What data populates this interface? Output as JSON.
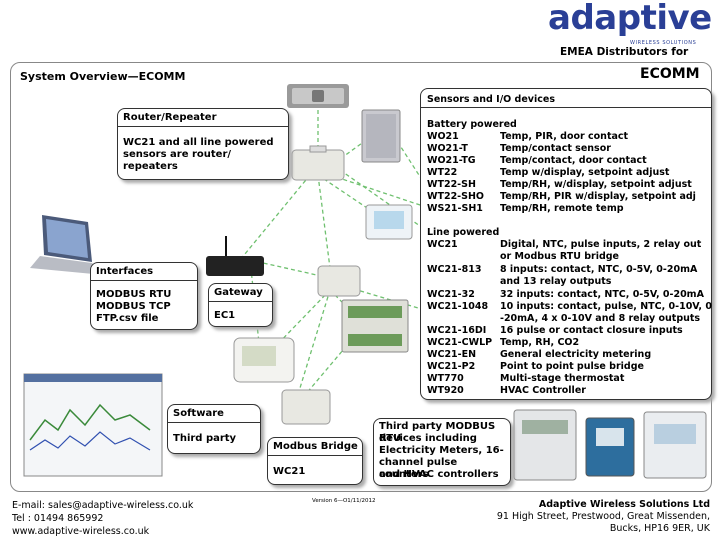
{
  "logo": {
    "word": "adaptive",
    "sub": "WIRELESS SOLUTIONS"
  },
  "header": {
    "distributor": "EMEA Distributors for",
    "title_left": "System Overview—ECOMM",
    "title_right": "ECOMM"
  },
  "router_box": {
    "heading": "Router/Repeater",
    "lines": [
      "WC21 and all line powered",
      "sensors are router/",
      "repeaters"
    ]
  },
  "interfaces_box": {
    "heading": "Interfaces",
    "lines": [
      "MODBUS RTU",
      "MODBUS TCP",
      "FTP.csv file"
    ]
  },
  "gateway_box": {
    "heading": "Gateway",
    "body": "EC1"
  },
  "software_box": {
    "heading": "Software",
    "body": "Third party"
  },
  "modbus_bridge_box": {
    "heading": "Modbus Bridge",
    "body": "WC21"
  },
  "third_party_box": {
    "lines": [
      "Third party MODBUS RTU",
      "devices including",
      "Electricity Meters, 16-",
      "channel pulse counters",
      "and HVAC controllers"
    ]
  },
  "sensors_box": {
    "heading": "Sensors and I/O devices",
    "battery_heading": "Battery powered",
    "battery_rows": [
      [
        "WO21",
        "Temp, PIR, door contact"
      ],
      [
        "WO21-T",
        "Temp/contact sensor"
      ],
      [
        "WO21-TG",
        "Temp/contact, door contact"
      ],
      [
        "WT22",
        "Temp w/display, setpoint adjust"
      ],
      [
        "WT22-SH",
        "Temp/RH, w/display, setpoint adjust"
      ],
      [
        "WT22-SHO",
        "Temp/RH, PIR w/display, setpoint adj"
      ],
      [
        "WS21-SH1",
        "Temp/RH, remote temp"
      ]
    ],
    "line_heading": "Line powered",
    "line_rows": [
      [
        "WC21",
        "Digital, NTC, pulse inputs, 2 relay out"
      ],
      [
        "",
        "or Modbus RTU bridge"
      ],
      [
        "WC21-813",
        "8 inputs: contact, NTC, 0-5V, 0-20mA"
      ],
      [
        "",
        "and 13 relay outputs"
      ],
      [
        "WC21-32",
        "32 inputs: contact, NTC, 0-5V, 0-20mA"
      ],
      [
        "WC21-1048",
        "10 inputs: contact, pulse, NTC, 0-10V, 0"
      ],
      [
        "",
        "-20mA, 4 x 0-10V and 8 relay outputs"
      ],
      [
        "WC21-16DI",
        "16 pulse or contact closure inputs"
      ],
      [
        "WC21-CWLP",
        "Temp, RH, CO2"
      ],
      [
        "WC21-EN",
        "General electricity metering"
      ],
      [
        "WC21-P2",
        "Point to point pulse bridge"
      ],
      [
        "WT770",
        "Multi-stage thermostat"
      ],
      [
        "WT920",
        "HVAC Controller"
      ]
    ]
  },
  "footer": {
    "email": "E-mail: sales@adaptive-wireless.co.uk",
    "tel": "Tel : 01494 865992",
    "web": "www.adaptive-wireless.co.uk",
    "version": "Version 6—O1/11/2012",
    "company": "Adaptive Wireless Solutions Ltd",
    "address1": "91 High Street, Prestwood, Great Missenden,",
    "address2": "Bucks, HP16 9ER, UK"
  },
  "colors": {
    "brand": "#2a3f96",
    "link_line": "#6fc06f"
  },
  "icons": [
    "pir-sensor-icon",
    "room-sensor-icon",
    "thermostat-icon",
    "laptop-icon",
    "gateway-icon",
    "controller-icon",
    "io-board-icon",
    "display-thermostat-icon",
    "software-screenshot-icon",
    "modbus-bridge-icon",
    "electricity-meter-icon",
    "pulse-counter-icon",
    "hvac-controller-icon"
  ]
}
